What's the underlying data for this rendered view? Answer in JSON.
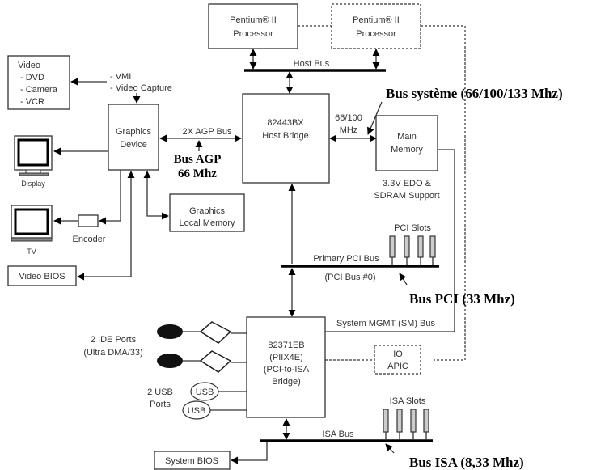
{
  "diagram": {
    "type": "chipset-block-diagram",
    "processors": [
      {
        "line1": "Pentium® II",
        "line2": "Processor",
        "optional": false
      },
      {
        "line1": "Pentium® II",
        "line2": "Processor",
        "optional": true
      }
    ],
    "host_bus": {
      "label": "Host Bus"
    },
    "host_bridge": {
      "line1": "82443BX",
      "line2": "Host Bridge"
    },
    "memory_link": {
      "line1": "66/100",
      "line2": "MHz"
    },
    "main_memory": {
      "line1": "Main",
      "line2": "Memory",
      "note_line1": "3.3V EDO &",
      "note_line2": "SDRAM Support"
    },
    "video": {
      "title": "Video",
      "items": [
        "- DVD",
        "- Camera",
        "- VCR"
      ]
    },
    "video_links": [
      "- VMI",
      "- Video Capture"
    ],
    "graphics_device": {
      "line1": "Graphics",
      "line2": "Device"
    },
    "agp_bus": {
      "label": "2X AGP Bus"
    },
    "graphics_local_memory": {
      "line1": "Graphics",
      "line2": "Local Memory"
    },
    "display": {
      "label": "Display"
    },
    "tv": {
      "label": "TV"
    },
    "encoder": {
      "label": "Encoder"
    },
    "video_bios": {
      "label": "Video BIOS"
    },
    "pci": {
      "slots_label": "PCI Slots",
      "bus_label": "Primary PCI Bus",
      "bus_sub": "(PCI Bus #0)",
      "slot_count": 4
    },
    "sm_bus": {
      "label": "System MGMT (SM) Bus"
    },
    "io_apic": {
      "line1": "IO",
      "line2": "APIC"
    },
    "piix4e": {
      "line1": "82371EB",
      "line2": "(PIIX4E)",
      "line3": "(PCI-to-ISA",
      "line4": "Bridge)"
    },
    "ide": {
      "line1": "2 IDE Ports",
      "line2": "(Ultra DMA/33)"
    },
    "usb": {
      "line1": "2 USB",
      "line2": "Ports",
      "port_label": "USB"
    },
    "isa": {
      "slots_label": "ISA Slots",
      "bus_label": "ISA Bus",
      "slot_count": 4
    },
    "system_bios": {
      "label": "System BIOS"
    }
  },
  "annotations": {
    "system_bus": "Bus système (66/100/133 Mhz)",
    "agp_line1": "Bus AGP",
    "agp_line2": "66 Mhz",
    "pci_bus": "Bus PCI (33 Mhz)",
    "isa_bus": "Bus ISA (8,33 Mhz)"
  }
}
